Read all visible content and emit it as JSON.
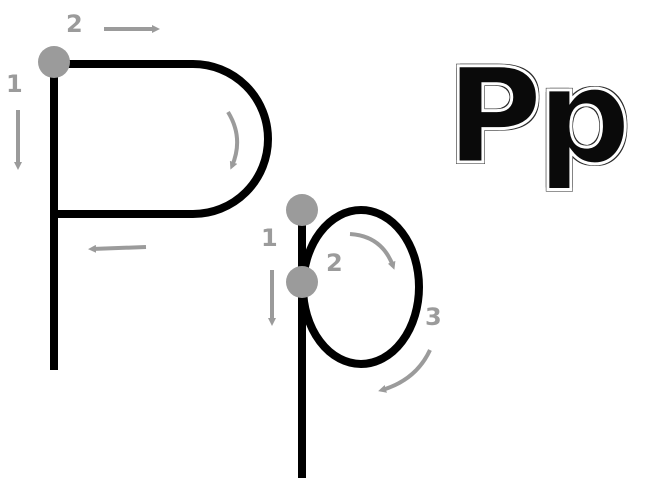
{
  "colors": {
    "stroke": "#000000",
    "guide": "#9b9b9b",
    "glossy_fill": "#0a0a0a",
    "glossy_outline": "#2a2a2a",
    "highlight": "#ffffff"
  },
  "uppercase_p": {
    "labels": {
      "step1": "1",
      "step2": "2"
    }
  },
  "lowercase_p": {
    "labels": {
      "step1": "1",
      "step2": "2",
      "step3": "3"
    }
  },
  "glossy": {
    "letters": "Pp"
  }
}
